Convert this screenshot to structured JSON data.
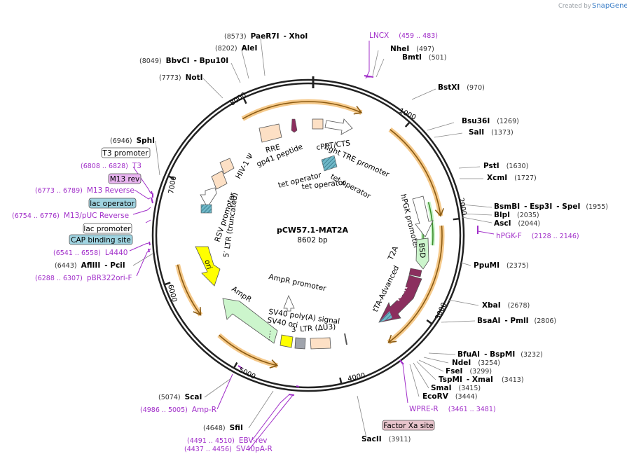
{
  "brand": {
    "created_by": "Created by",
    "logo": "SnapGene"
  },
  "plasmid": {
    "name": "pCW57.1-MAT2A",
    "size": "8602 bp"
  },
  "ticks": [
    "1000",
    "2000",
    "3000",
    "4000",
    "5000",
    "6000",
    "7000",
    "8000"
  ],
  "sites": {
    "xhoi": {
      "pos": "(8573)",
      "name": "PaeR7I",
      "name2": "- XhoI"
    },
    "alei": {
      "pos": "(8202)",
      "name": "AleI"
    },
    "bbvci": {
      "pos": "(8049)",
      "name": "BbvCI",
      "name2": "- Bpu10I"
    },
    "noti": {
      "pos": "(7773)",
      "name": "NotI"
    },
    "nhei": {
      "name": "NheI",
      "pos": "(497)"
    },
    "bmti": {
      "name": "BmtI",
      "pos": "(501)"
    },
    "bstxi": {
      "name": "BstXI",
      "pos": "(970)"
    },
    "bsu36i": {
      "name": "Bsu36I",
      "pos": "(1269)"
    },
    "sali": {
      "name": "SalI",
      "pos": "(1373)"
    },
    "psti": {
      "name": "PstI",
      "pos": "(1630)"
    },
    "xcmi": {
      "name": "XcmI",
      "pos": "(1727)"
    },
    "spei": {
      "name": "BsmBI",
      "name2": "- Esp3I",
      "name3": "- SpeI",
      "pos": "(1955)"
    },
    "blpi": {
      "name": "BlpI",
      "pos": "(2035)"
    },
    "asci": {
      "name": "AscI",
      "pos": "(2044)"
    },
    "ppumi": {
      "name": "PpuMI",
      "pos": "(2375)"
    },
    "xbai": {
      "name": "XbaI",
      "pos": "(2678)"
    },
    "pmli": {
      "name": "BsaAI",
      "name2": "- PmlI",
      "pos": "(2806)"
    },
    "bspmi": {
      "name": "BfuAI",
      "name2": "- BspMI",
      "pos": "(3232)"
    },
    "ndei": {
      "name": "NdeI",
      "pos": "(3254)"
    },
    "fsei": {
      "name": "FseI",
      "pos": "(3299)"
    },
    "xmai": {
      "name": "TspMI",
      "name2": "- XmaI",
      "pos": "(3413)"
    },
    "smai": {
      "name": "SmaI",
      "pos": "(3415)"
    },
    "ecorv": {
      "name": "EcoRV",
      "pos": "(3444)"
    },
    "sacii": {
      "name": "SacII",
      "pos": "(3911)"
    },
    "sfii": {
      "pos": "(4648)",
      "name": "SfiI"
    },
    "scai": {
      "pos": "(5074)",
      "name": "ScaI"
    },
    "pcii": {
      "pos": "(6443)",
      "name": "AflIII",
      "name2": "- PciI"
    },
    "sphi": {
      "pos": "(6946)",
      "name": "SphI"
    }
  },
  "primers": {
    "lncx": {
      "name": "LNCX",
      "pos": "(459 .. 483)"
    },
    "hpgkf": {
      "name": "hPGK-F",
      "pos": "(2128 .. 2146)"
    },
    "wprer": {
      "name": "WPRE-R",
      "pos": "(3461 .. 3481)"
    },
    "ampr": {
      "pos": "(4986 .. 5005)",
      "name": "Amp-R"
    },
    "ebvrev": {
      "pos": "(4491 .. 4510)",
      "name": "EBV-rev"
    },
    "sv40par": {
      "pos": "(4437 .. 4456)",
      "name": "SV40pA-R"
    },
    "pbr322": {
      "pos": "(6288 .. 6307)",
      "name": "pBR322ori-F"
    },
    "l4440": {
      "pos": "(6541 .. 6558)",
      "name": "L4440"
    },
    "m13puc": {
      "pos": "(6754 .. 6776)",
      "name": "M13/pUC Reverse"
    },
    "m13r": {
      "pos": "(6773 .. 6789)",
      "name": "M13 Reverse"
    },
    "t3": {
      "pos": "(6808 .. 6828)",
      "name": "T3"
    }
  },
  "boxed_features": {
    "t3_promoter": "T3 promoter",
    "m13_rev": "M13 rev",
    "lac_operator": "lac operator",
    "lac_promoter": "lac promoter",
    "cap_site": "CAP binding site",
    "factor_xa": "Factor Xa site"
  },
  "features": {
    "tight_tre": "tight TRE promoter",
    "cppt": "cPPT/CTS",
    "rre": "RRE",
    "gp41": "gp41 peptide",
    "hiv_psi": "HIV-1 Ψ",
    "rsv": "RSV promoter",
    "ltr5": "5′ LTR (truncated)",
    "tet_op1": "tet operator",
    "tet_op2": "tet operator",
    "tet_op3": "tet operator",
    "hpgk": "hPGK promoter",
    "bsd": "BSD",
    "t2a": "T2A",
    "tta": "tTA-Advanced",
    "tetr": "TetR",
    "ori": "ori",
    "ampr_gene": "AmpR",
    "ampr_promoter": "AmpR promoter",
    "sv40_polya": "SV40 poly(A) signal",
    "sv40_ori": "SV40 ori",
    "ltr3": "3′ LTR (ΔU3)"
  },
  "colors": {
    "backbone": "#222222",
    "orf_arc": "#f5c98a",
    "orf_line": "#8a5a12",
    "primer": "#a12fc9",
    "ori": "#ffff00",
    "ampr": "#ccf5cc",
    "tetr": "#8b2f5e",
    "bsd": "#ccf5cc",
    "lac_operator": "#9fd3e0",
    "m13_rev": "#e8b4f0",
    "factor_xa": "#e8c4cc",
    "promoter_peach": "#fde0c5"
  }
}
